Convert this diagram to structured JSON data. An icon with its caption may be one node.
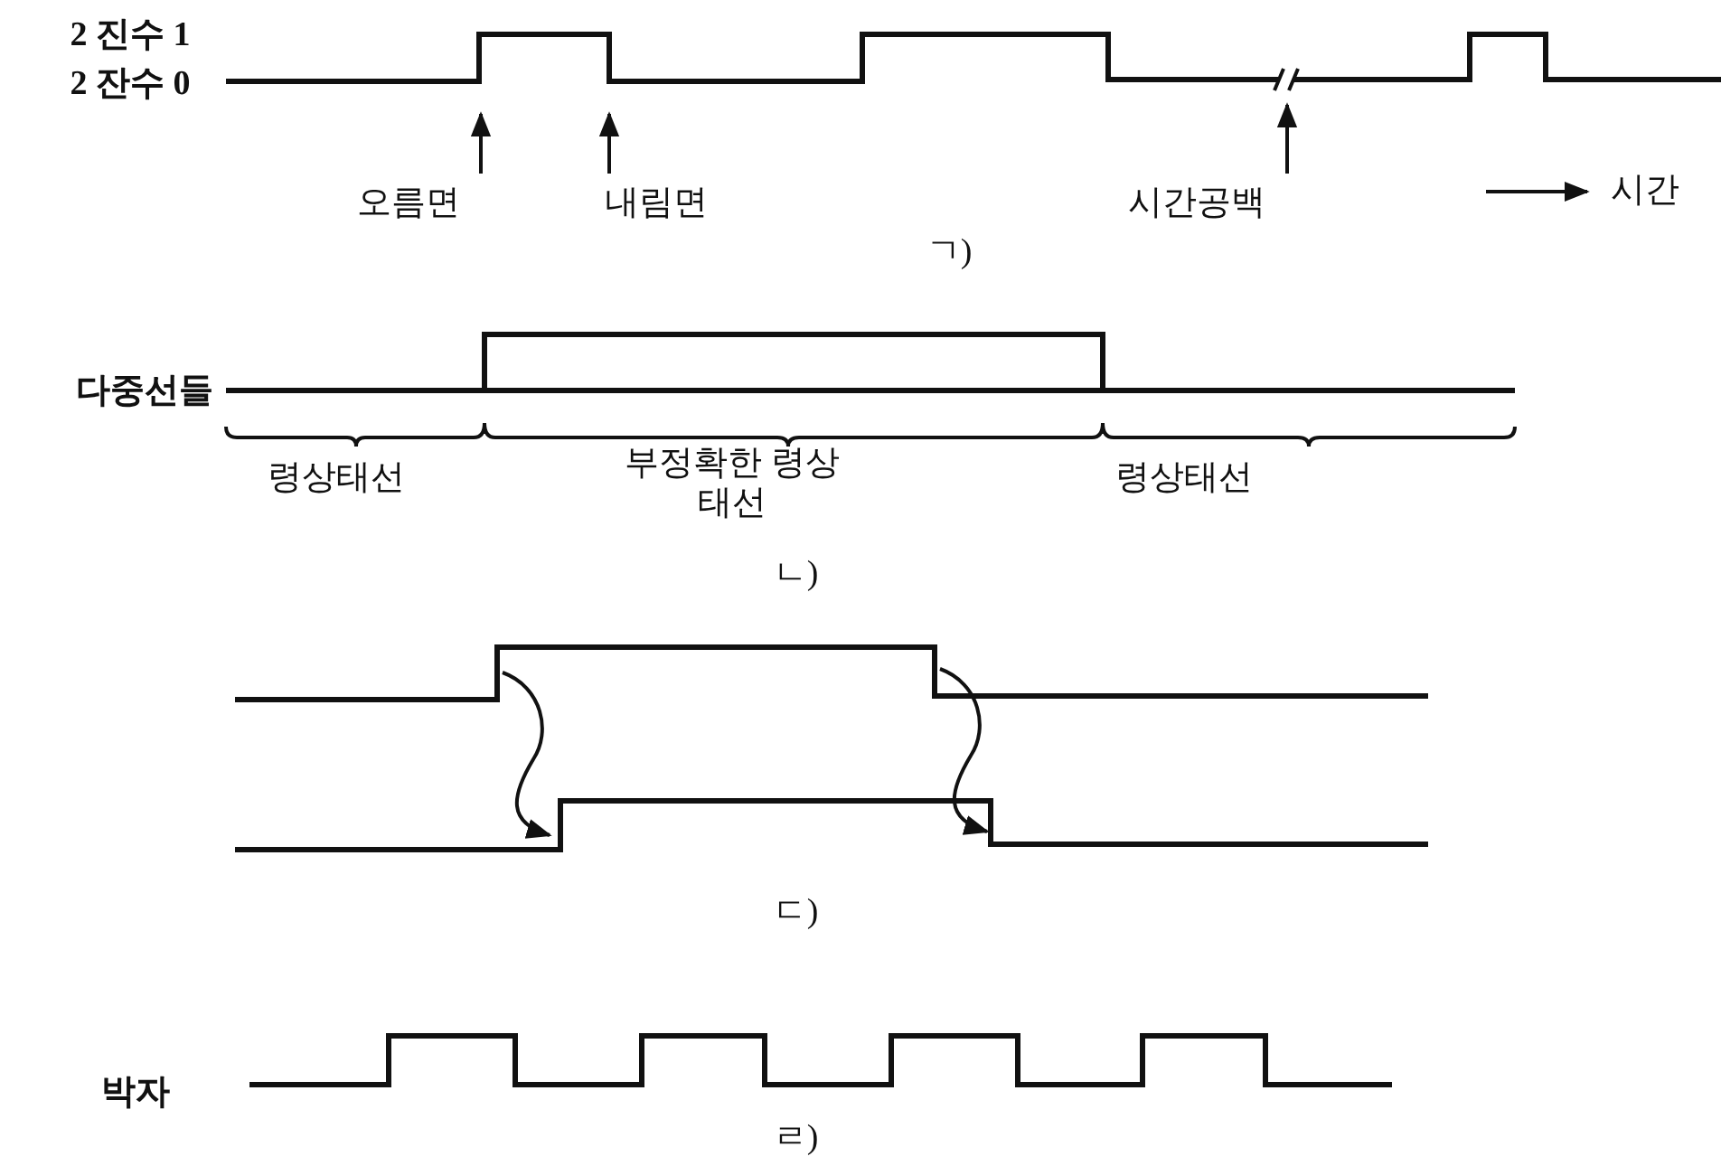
{
  "diagram": {
    "nodes": [
      {
        "text": [
          "오름면"
        ]
      },
      {
        "text": [
          "내림면"
        ]
      },
      {
        "text": [
          "시간공백"
        ]
      }
    ],
    "edges": [
      {
        "from": 0,
        "to": null,
        "arrow": "to"
      },
      {
        "from": 1,
        "to": null,
        "arrow": "to"
      },
      {
        "from": 2,
        "to": null,
        "arrow": "to"
      }
    ],
    "labels": [
      "2 진수 1",
      "2 잔수 0",
      "시간",
      "ㄱ)",
      "다중선들",
      "령상태선",
      "부정확한 령상태선",
      "령상태선",
      "ㄴ)",
      "ㄷ)",
      "박자",
      "ㄹ)"
    ]
  }
}
